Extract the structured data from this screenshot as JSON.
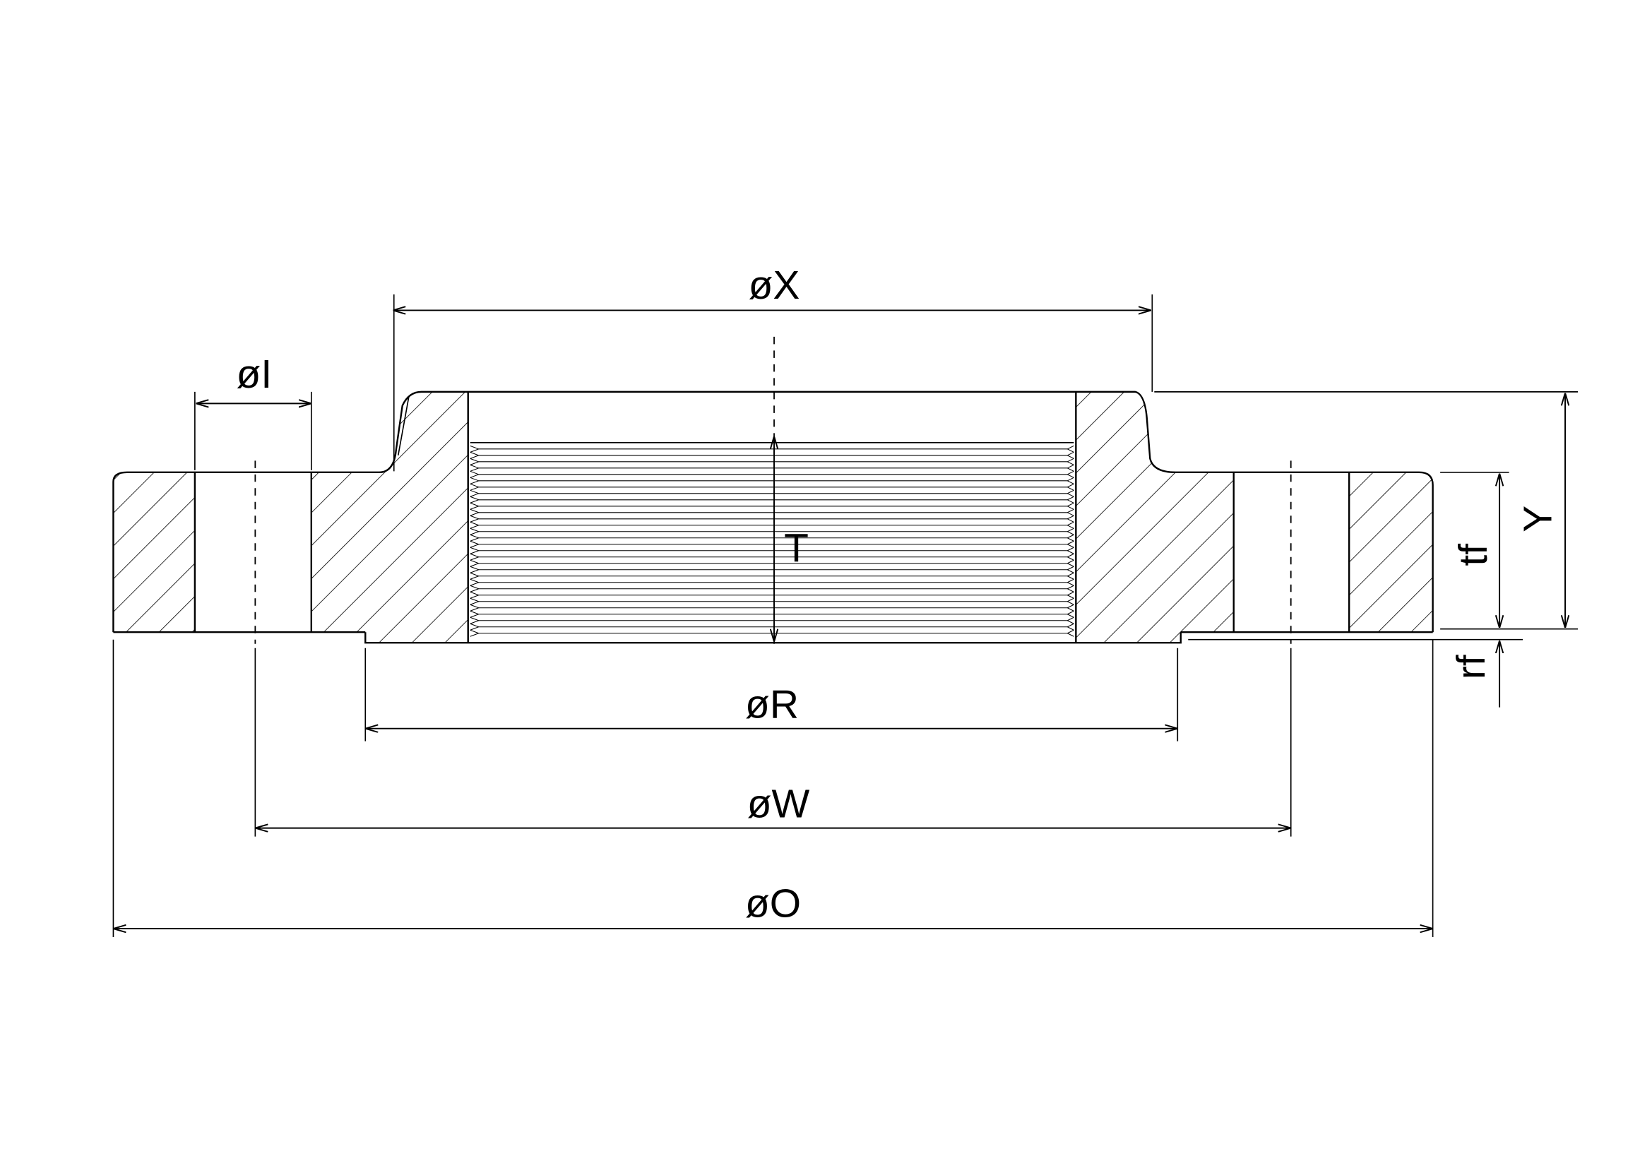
{
  "drawing": {
    "labels": {
      "outer_diameter": "øO",
      "bolt_circle": "øW",
      "raised_face": "øR",
      "hub_diameter": "øX",
      "bolt_hole": "øI",
      "thread_length": "T",
      "hub_height": "Y",
      "flange_thickness": "tf",
      "raised_face_height": "rf"
    }
  }
}
